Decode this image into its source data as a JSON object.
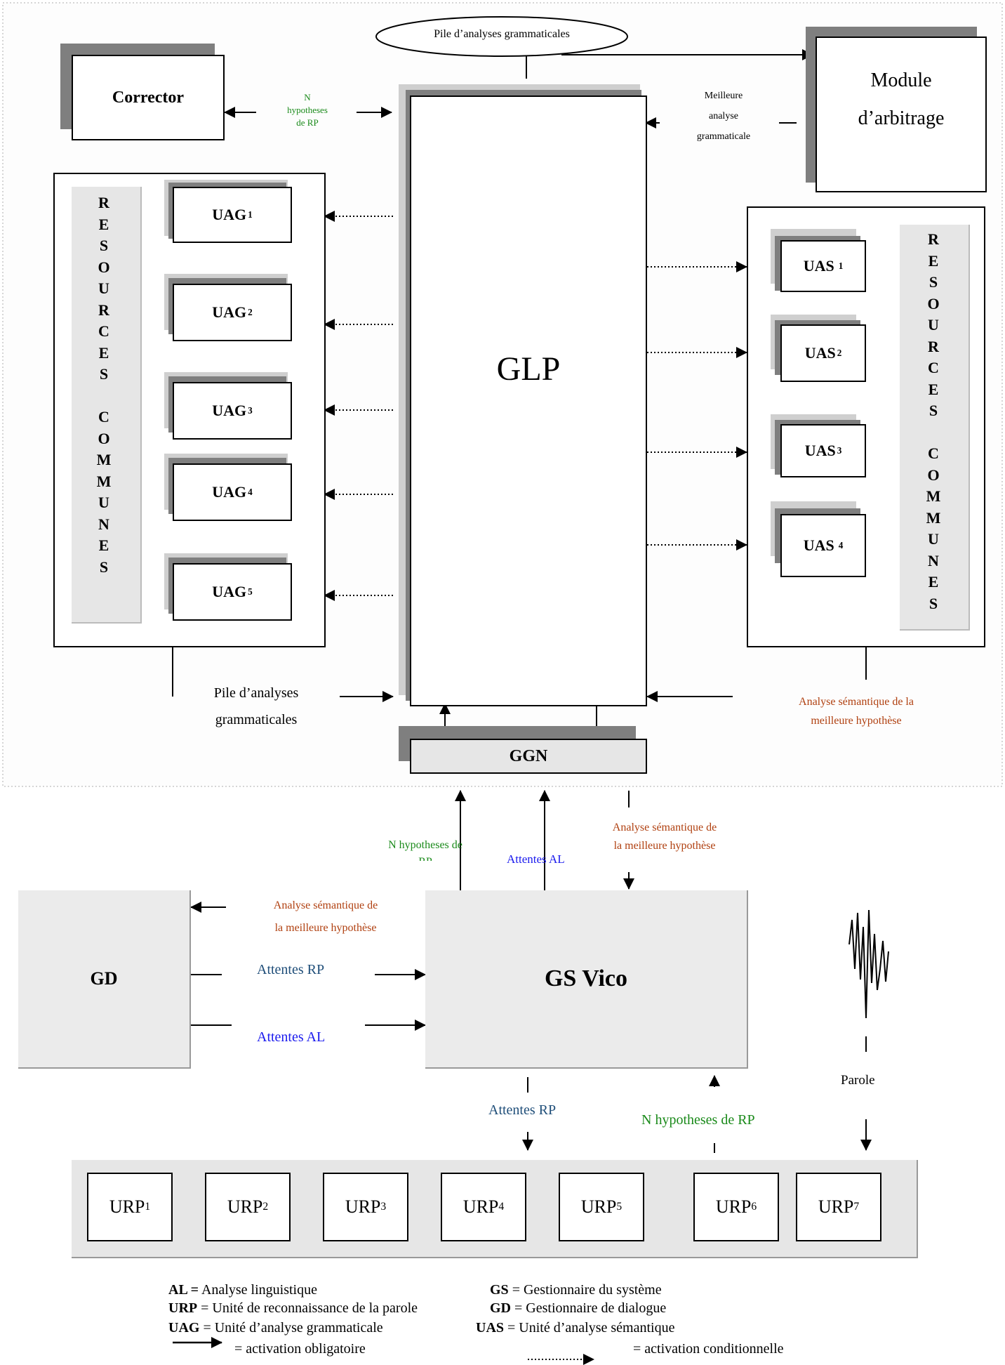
{
  "top_stack_label": "Pile d’analyses grammaticales",
  "corrector": "Corrector",
  "n_hyp_small": [
    "N",
    "hypotheses",
    "de RP"
  ],
  "glp": "GLP",
  "meilleure_analyse": [
    "Meilleure",
    "analyse",
    "grammaticale"
  ],
  "module_arbitrage": [
    "Module",
    "d’arbitrage"
  ],
  "resources_left": "RESOURCES COMMUNES",
  "resources_right": "RESOURCES COMMUNES",
  "uag": [
    {
      "base": "UAG",
      "sub": "1"
    },
    {
      "base": "UAG",
      "sub": "2"
    },
    {
      "base": "UAG",
      "sub": "3"
    },
    {
      "base": "UAG",
      "sub": "4"
    },
    {
      "base": "UAG",
      "sub": "5"
    }
  ],
  "uas": [
    {
      "base": "UAS",
      "sub": "1"
    },
    {
      "base": "UAS",
      "sub": "2"
    },
    {
      "base": "UAS",
      "sub": "3"
    },
    {
      "base": "UAS",
      "sub": "4"
    }
  ],
  "pile_bottom": [
    "Pile d’analyses",
    "grammaticales"
  ],
  "analyse_sem_right": [
    "Analyse sémantique de la",
    "meilleure hypothèse"
  ],
  "ggn": "GGN",
  "n_hyp_mid": [
    "N hypotheses de",
    "RP"
  ],
  "attentes_al_mid": "Attentes AL",
  "analyse_sem_mid": [
    "Analyse sémantique de",
    "la meilleure hypothèse"
  ],
  "gd": "GD",
  "analyse_sem_gd": [
    "Analyse sémantique de",
    "la meilleure hypothèse"
  ],
  "attentes_rp_gd": "Attentes RP",
  "attentes_al_gd": "Attentes AL",
  "gs_vico": "GS Vico",
  "parole": "Parole",
  "attentes_rp_bottom": "Attentes RP",
  "n_hyp_bottom": "N hypotheses de RP",
  "urp": [
    {
      "base": "URP",
      "sub": "1"
    },
    {
      "base": "URP",
      "sub": "2"
    },
    {
      "base": "URP",
      "sub": "3"
    },
    {
      "base": "URP",
      "sub": "4"
    },
    {
      "base": "URP",
      "sub": "5"
    },
    {
      "base": "URP",
      "sub": "6"
    },
    {
      "base": "URP",
      "sub": "7"
    }
  ],
  "legend": {
    "al_abbr": "AL =",
    "al_text": "Analyse linguistique",
    "urp_abbr": "URP",
    "urp_text": "= Unité de reconnaissance de la parole",
    "uag_abbr": "UAG",
    "uag_text": "= Unité d’analyse grammaticale",
    "gs_abbr": "GS",
    "gs_text": "= Gestionnaire du système",
    "gd_abbr": "GD",
    "gd_text": "= Gestionnaire de dialogue",
    "uas_abbr": "UAS",
    "uas_text": "= Unité d’analyse sémantique",
    "mandatory": "= activation obligatoire",
    "conditional": "= activation conditionnelle"
  },
  "colors": {
    "shadow": "#7f7f7f",
    "light_panel": "#e6e6e6",
    "green": "#1a8a1a",
    "brown": "#b04010",
    "blue": "#1a1aee",
    "navy": "#1f4e79"
  }
}
